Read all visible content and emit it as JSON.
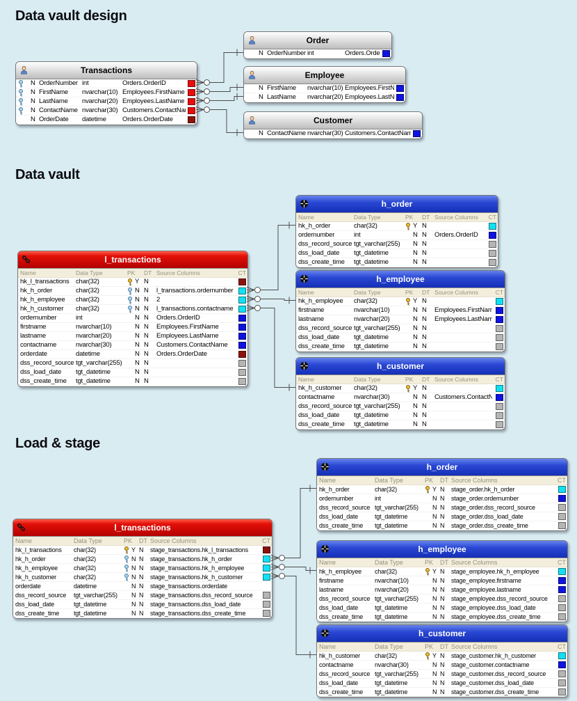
{
  "sections": {
    "s1": "Data vault design",
    "s2": "Data vault",
    "s3": "Load & stage"
  },
  "colors": {
    "page_background": "#d9ecf2",
    "link_header": "#d40808",
    "hub_header": "#2442cc",
    "design_header": "#cfcfcf",
    "ct": {
      "red": "#e60f0f",
      "maroon": "#8a140c",
      "blue": "#0f14e0",
      "cyan": "#14dff2",
      "gray": "#b5b5b5"
    }
  },
  "tables": [
    {
      "id": "t_transactions",
      "style": "design",
      "icon": "person-icon",
      "title": "Transactions",
      "rows": [
        {
          "key": "blue",
          "nul": "N",
          "name": "OrderNumber",
          "type": "int",
          "source": "Orders.OrderID",
          "ct": "red"
        },
        {
          "key": "blue",
          "nul": "N",
          "name": "FirstName",
          "type": "nvarchar(10)",
          "source": "Employees.FirstName",
          "ct": "red"
        },
        {
          "key": "blue",
          "nul": "N",
          "name": "LastName",
          "type": "nvarchar(20)",
          "source": "Employees.LastName",
          "ct": "red"
        },
        {
          "key": "blue",
          "nul": "N",
          "name": "ContactName",
          "type": "nvarchar(30)",
          "source": "Customers.ContactName",
          "ct": "red"
        },
        {
          "key": null,
          "nul": "N",
          "name": "OrderDate",
          "type": "datetime",
          "source": "Orders.OrderDate",
          "ct": "maroon"
        }
      ]
    },
    {
      "id": "t_order",
      "style": "design",
      "icon": "person-icon",
      "title": "Order",
      "rows": [
        {
          "key": null,
          "nul": "N",
          "name": "OrderNumber",
          "type": "int",
          "source": "Orders.OrderID",
          "ct": "blue"
        }
      ]
    },
    {
      "id": "t_employee",
      "style": "design",
      "icon": "person-icon",
      "title": "Employee",
      "rows": [
        {
          "key": null,
          "nul": "N",
          "name": "FirstName",
          "type": "nvarchar(10)",
          "source": "Employees.FirstName",
          "ct": "blue"
        },
        {
          "key": null,
          "nul": "N",
          "name": "LastName",
          "type": "nvarchar(20)",
          "source": "Employees.LastName",
          "ct": "blue"
        }
      ]
    },
    {
      "id": "t_customer",
      "style": "design",
      "icon": "person-icon",
      "title": "Customer",
      "rows": [
        {
          "key": null,
          "nul": "N",
          "name": "ContactName",
          "type": "nvarchar(30)",
          "source": "Customers.ContactName",
          "ct": "blue"
        }
      ]
    },
    {
      "id": "dv_l_transactions",
      "style": "link",
      "icon": "link-icon",
      "title": "l_transactions",
      "columns": [
        "Name",
        "Data Type",
        "PK",
        "DT",
        "Source Columns",
        "CT"
      ],
      "rows": [
        {
          "name": "hk_l_transactions",
          "type": "char(32)",
          "key": "gold",
          "pk": "Y",
          "dt": "N",
          "source": "",
          "ct": "maroon"
        },
        {
          "name": "hk_h_order",
          "type": "char(32)",
          "key": "blue",
          "pk": "N",
          "dt": "N",
          "source": "l_transactions.ordernumber",
          "ct": "cyan"
        },
        {
          "name": "hk_h_employee",
          "type": "char(32)",
          "key": "blue",
          "pk": "N",
          "dt": "N",
          "source": "2",
          "ct": "cyan"
        },
        {
          "name": "hk_h_customer",
          "type": "char(32)",
          "key": "blue",
          "pk": "N",
          "dt": "N",
          "source": "l_transactions.contactname",
          "ct": "cyan"
        },
        {
          "name": "ordernumber",
          "type": "int",
          "key": null,
          "pk": "N",
          "dt": "N",
          "source": "Orders.OrderID",
          "ct": "blue"
        },
        {
          "name": "firstname",
          "type": "nvarchar(10)",
          "key": null,
          "pk": "N",
          "dt": "N",
          "source": "Employees.FirstName",
          "ct": "blue"
        },
        {
          "name": "lastname",
          "type": "nvarchar(20)",
          "key": null,
          "pk": "N",
          "dt": "N",
          "source": "Employees.LastName",
          "ct": "blue"
        },
        {
          "name": "contactname",
          "type": "nvarchar(30)",
          "key": null,
          "pk": "N",
          "dt": "N",
          "source": "Customers.ContactName",
          "ct": "blue"
        },
        {
          "name": "orderdate",
          "type": "datetime",
          "key": null,
          "pk": "N",
          "dt": "N",
          "source": "Orders.OrderDate",
          "ct": "maroon"
        },
        {
          "name": "dss_record_source",
          "type": "tgt_varchar(255)",
          "key": null,
          "pk": "N",
          "dt": "N",
          "source": "",
          "ct": "gray"
        },
        {
          "name": "dss_load_date",
          "type": "tgt_datetime",
          "key": null,
          "pk": "N",
          "dt": "N",
          "source": "",
          "ct": "gray"
        },
        {
          "name": "dss_create_time",
          "type": "tgt_datetime",
          "key": null,
          "pk": "N",
          "dt": "N",
          "source": "",
          "ct": "gray"
        }
      ]
    },
    {
      "id": "dv_h_order",
      "style": "hub",
      "icon": "hub-icon",
      "title": "h_order",
      "columns": [
        "Name",
        "Data Type",
        "PK",
        "DT",
        "Source Columns",
        "CT"
      ],
      "rows": [
        {
          "name": "hk_h_order",
          "type": "char(32)",
          "key": "gold",
          "pk": "Y",
          "dt": "N",
          "source": "",
          "ct": "cyan"
        },
        {
          "name": "ordernumber",
          "type": "int",
          "key": null,
          "pk": "N",
          "dt": "N",
          "source": "Orders.OrderID",
          "ct": "blue"
        },
        {
          "name": "dss_record_source",
          "type": "tgt_varchar(255)",
          "key": null,
          "pk": "N",
          "dt": "N",
          "source": "",
          "ct": "gray"
        },
        {
          "name": "dss_load_date",
          "type": "tgt_datetime",
          "key": null,
          "pk": "N",
          "dt": "N",
          "source": "",
          "ct": "gray"
        },
        {
          "name": "dss_create_time",
          "type": "tgt_datetime",
          "key": null,
          "pk": "N",
          "dt": "N",
          "source": "",
          "ct": "gray"
        }
      ]
    },
    {
      "id": "dv_h_employee",
      "style": "hub",
      "icon": "hub-icon",
      "title": "h_employee",
      "columns": [
        "Name",
        "Data Type",
        "PK",
        "DT",
        "Source Columns",
        "CT"
      ],
      "rows": [
        {
          "name": "hk_h_employee",
          "type": "char(32)",
          "key": "gold",
          "pk": "Y",
          "dt": "N",
          "source": "",
          "ct": "cyan"
        },
        {
          "name": "firstname",
          "type": "nvarchar(10)",
          "key": null,
          "pk": "N",
          "dt": "N",
          "source": "Employees.FirstName",
          "ct": "blue"
        },
        {
          "name": "lastname",
          "type": "nvarchar(20)",
          "key": null,
          "pk": "N",
          "dt": "N",
          "source": "Employees.LastName",
          "ct": "blue"
        },
        {
          "name": "dss_record_source",
          "type": "tgt_varchar(255)",
          "key": null,
          "pk": "N",
          "dt": "N",
          "source": "",
          "ct": "gray"
        },
        {
          "name": "dss_load_date",
          "type": "tgt_datetime",
          "key": null,
          "pk": "N",
          "dt": "N",
          "source": "",
          "ct": "gray"
        },
        {
          "name": "dss_create_time",
          "type": "tgt_datetime",
          "key": null,
          "pk": "N",
          "dt": "N",
          "source": "",
          "ct": "gray"
        }
      ]
    },
    {
      "id": "dv_h_customer",
      "style": "hub",
      "icon": "hub-icon",
      "title": "h_customer",
      "columns": [
        "Name",
        "Data Type",
        "PK",
        "DT",
        "Source Columns",
        "CT"
      ],
      "rows": [
        {
          "name": "hk_h_customer",
          "type": "char(32)",
          "key": "gold",
          "pk": "Y",
          "dt": "N",
          "source": "",
          "ct": "cyan"
        },
        {
          "name": "contactname",
          "type": "nvarchar(30)",
          "key": null,
          "pk": "N",
          "dt": "N",
          "source": "Customers.ContactName",
          "ct": "blue"
        },
        {
          "name": "dss_record_source",
          "type": "tgt_varchar(255)",
          "key": null,
          "pk": "N",
          "dt": "N",
          "source": "",
          "ct": "gray"
        },
        {
          "name": "dss_load_date",
          "type": "tgt_datetime",
          "key": null,
          "pk": "N",
          "dt": "N",
          "source": "",
          "ct": "gray"
        },
        {
          "name": "dss_create_time",
          "type": "tgt_datetime",
          "key": null,
          "pk": "N",
          "dt": "N",
          "source": "",
          "ct": "gray"
        }
      ]
    },
    {
      "id": "ls_l_transactions",
      "style": "link",
      "icon": "link-icon",
      "title": "l_transactions",
      "columns": [
        "Name",
        "Data Type",
        "PK",
        "DT",
        "Source Columns",
        "CT"
      ],
      "rows": [
        {
          "name": "hk_l_transactions",
          "type": "char(32)",
          "key": "gold",
          "pk": "Y",
          "dt": "N",
          "source": "stage_transactions.hk_l_transactions",
          "ct": "maroon"
        },
        {
          "name": "hk_h_order",
          "type": "char(32)",
          "key": "blue",
          "pk": "N",
          "dt": "N",
          "source": "stage_transactions.hk_h_order",
          "ct": "cyan"
        },
        {
          "name": "hk_h_employee",
          "type": "char(32)",
          "key": "blue",
          "pk": "N",
          "dt": "N",
          "source": "stage_transactions.hk_h_employee",
          "ct": "cyan"
        },
        {
          "name": "hk_h_customer",
          "type": "char(32)",
          "key": "blue",
          "pk": "N",
          "dt": "N",
          "source": "stage_transactions.hk_h_customer",
          "ct": "cyan"
        },
        {
          "name": "orderdate",
          "type": "datetime",
          "key": null,
          "pk": "N",
          "dt": "N",
          "source": "stage_transactions.orderdate",
          "ct": null
        },
        {
          "name": "dss_record_source",
          "type": "tgt_varchar(255)",
          "key": null,
          "pk": "N",
          "dt": "N",
          "source": "stage_transactions.dss_record_source",
          "ct": "gray"
        },
        {
          "name": "dss_load_date",
          "type": "tgt_datetime",
          "key": null,
          "pk": "N",
          "dt": "N",
          "source": "stage_transactions.dss_load_date",
          "ct": "gray"
        },
        {
          "name": "dss_create_time",
          "type": "tgt_datetime",
          "key": null,
          "pk": "N",
          "dt": "N",
          "source": "stage_transactions.dss_create_time",
          "ct": "gray"
        }
      ]
    },
    {
      "id": "ls_h_order",
      "style": "hub",
      "icon": "hub-icon",
      "title": "h_order",
      "columns": [
        "Name",
        "Data Type",
        "PK",
        "DT",
        "Source Columns",
        "CT"
      ],
      "rows": [
        {
          "name": "hk_h_order",
          "type": "char(32)",
          "key": "gold",
          "pk": "Y",
          "dt": "N",
          "source": "stage_order.hk_h_order",
          "ct": "cyan"
        },
        {
          "name": "ordernumber",
          "type": "int",
          "key": null,
          "pk": "N",
          "dt": "N",
          "source": "stage_order.ordernumber",
          "ct": "blue"
        },
        {
          "name": "dss_record_source",
          "type": "tgt_varchar(255)",
          "key": null,
          "pk": "N",
          "dt": "N",
          "source": "stage_order.dss_record_source",
          "ct": "gray"
        },
        {
          "name": "dss_load_date",
          "type": "tgt_datetime",
          "key": null,
          "pk": "N",
          "dt": "N",
          "source": "stage_order.dss_load_date",
          "ct": "gray"
        },
        {
          "name": "dss_create_time",
          "type": "tgt_datetime",
          "key": null,
          "pk": "N",
          "dt": "N",
          "source": "stage_order.dss_create_time",
          "ct": "gray"
        }
      ]
    },
    {
      "id": "ls_h_employee",
      "style": "hub",
      "icon": "hub-icon",
      "title": "h_employee",
      "columns": [
        "Name",
        "Data Type",
        "PK",
        "DT",
        "Source Columns",
        "CT"
      ],
      "rows": [
        {
          "name": "hk_h_employee",
          "type": "char(32)",
          "key": "gold",
          "pk": "Y",
          "dt": "N",
          "source": "stage_employee.hk_h_employee",
          "ct": "cyan"
        },
        {
          "name": "firstname",
          "type": "nvarchar(10)",
          "key": null,
          "pk": "N",
          "dt": "N",
          "source": "stage_employee.firstname",
          "ct": "blue"
        },
        {
          "name": "lastname",
          "type": "nvarchar(20)",
          "key": null,
          "pk": "N",
          "dt": "N",
          "source": "stage_employee.lastname",
          "ct": "blue"
        },
        {
          "name": "dss_record_source",
          "type": "tgt_varchar(255)",
          "key": null,
          "pk": "N",
          "dt": "N",
          "source": "stage_employee.dss_record_source",
          "ct": "gray"
        },
        {
          "name": "dss_load_date",
          "type": "tgt_datetime",
          "key": null,
          "pk": "N",
          "dt": "N",
          "source": "stage_employee.dss_load_date",
          "ct": "gray"
        },
        {
          "name": "dss_create_time",
          "type": "tgt_datetime",
          "key": null,
          "pk": "N",
          "dt": "N",
          "source": "stage_employee.dss_create_time",
          "ct": "gray"
        }
      ]
    },
    {
      "id": "ls_h_customer",
      "style": "hub",
      "icon": "hub-icon",
      "title": "h_customer",
      "columns": [
        "Name",
        "Data Type",
        "PK",
        "DT",
        "Source Columns",
        "CT"
      ],
      "rows": [
        {
          "name": "hk_h_customer",
          "type": "char(32)",
          "key": "gold",
          "pk": "Y",
          "dt": "N",
          "source": "stage_customer.hk_h_customer",
          "ct": "cyan"
        },
        {
          "name": "contactname",
          "type": "nvarchar(30)",
          "key": null,
          "pk": "N",
          "dt": "N",
          "source": "stage_customer.contactname",
          "ct": "blue"
        },
        {
          "name": "dss_record_source",
          "type": "tgt_varchar(255)",
          "key": null,
          "pk": "N",
          "dt": "N",
          "source": "stage_customer.dss_record_source",
          "ct": "gray"
        },
        {
          "name": "dss_load_date",
          "type": "tgt_datetime",
          "key": null,
          "pk": "N",
          "dt": "N",
          "source": "stage_customer.dss_load_date",
          "ct": "gray"
        },
        {
          "name": "dss_create_time",
          "type": "tgt_datetime",
          "key": null,
          "pk": "N",
          "dt": "N",
          "source": "stage_customer.dss_create_time",
          "ct": "gray"
        }
      ]
    }
  ]
}
